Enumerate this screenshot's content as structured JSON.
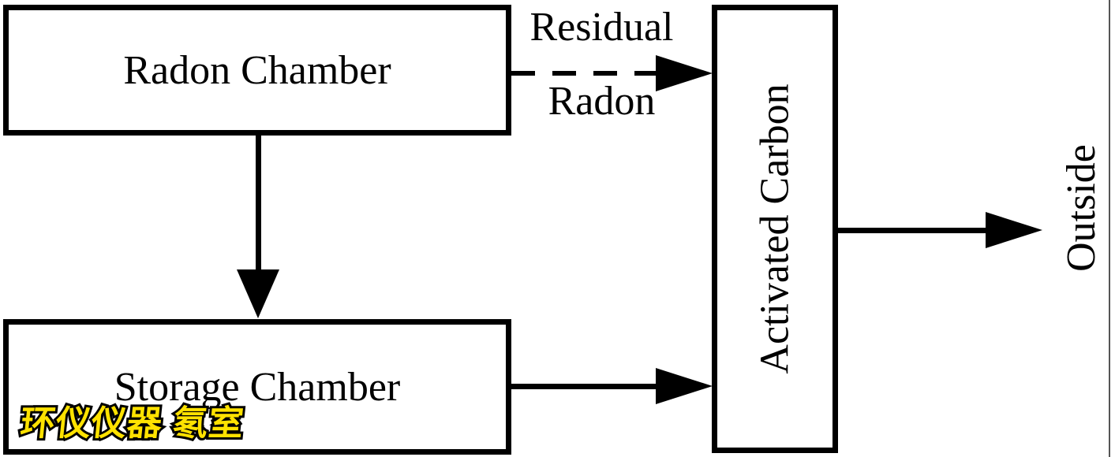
{
  "diagram": {
    "background_color": "#ffffff",
    "stroke_color": "#000000",
    "nodes": [
      {
        "id": "radon-chamber",
        "label": "Radon Chamber",
        "shape": "rect"
      },
      {
        "id": "storage-chamber",
        "label": "Storage Chamber",
        "shape": "rect"
      },
      {
        "id": "activated-carbon",
        "label": "Activated Carbon",
        "shape": "rect",
        "text_orientation": "vertical"
      },
      {
        "id": "outside",
        "label": "Outside",
        "shape": "text-only",
        "text_orientation": "vertical"
      }
    ],
    "edges": [
      {
        "from": "radon-chamber",
        "to": "storage-chamber",
        "style": "solid",
        "direction": "down"
      },
      {
        "from": "radon-chamber",
        "to": "activated-carbon",
        "style": "dashed",
        "direction": "right",
        "label_line1": "Residual",
        "label_line2": "Radon"
      },
      {
        "from": "storage-chamber",
        "to": "activated-carbon",
        "style": "solid",
        "direction": "right"
      },
      {
        "from": "activated-carbon",
        "to": "outside",
        "style": "solid",
        "direction": "right"
      }
    ],
    "watermark": {
      "text": "环仪仪器 氡室",
      "fill_color": "#ffe200",
      "outline_color": "#000000"
    }
  }
}
